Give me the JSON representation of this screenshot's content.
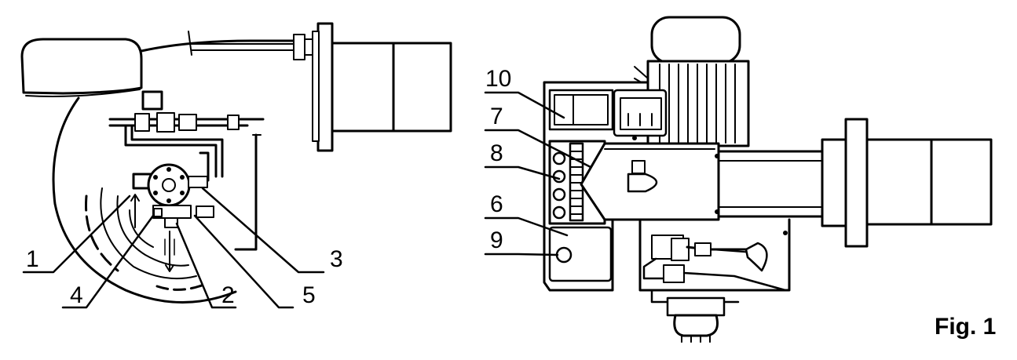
{
  "figure": {
    "label": "Fig. 1"
  },
  "left_view": {
    "callouts": {
      "c1": "1",
      "c2": "2",
      "c3": "3",
      "c4": "4",
      "c5": "5"
    }
  },
  "right_view": {
    "callouts": {
      "c6": "6",
      "c7": "7",
      "c8": "8",
      "c9": "9",
      "c10": "10"
    }
  }
}
